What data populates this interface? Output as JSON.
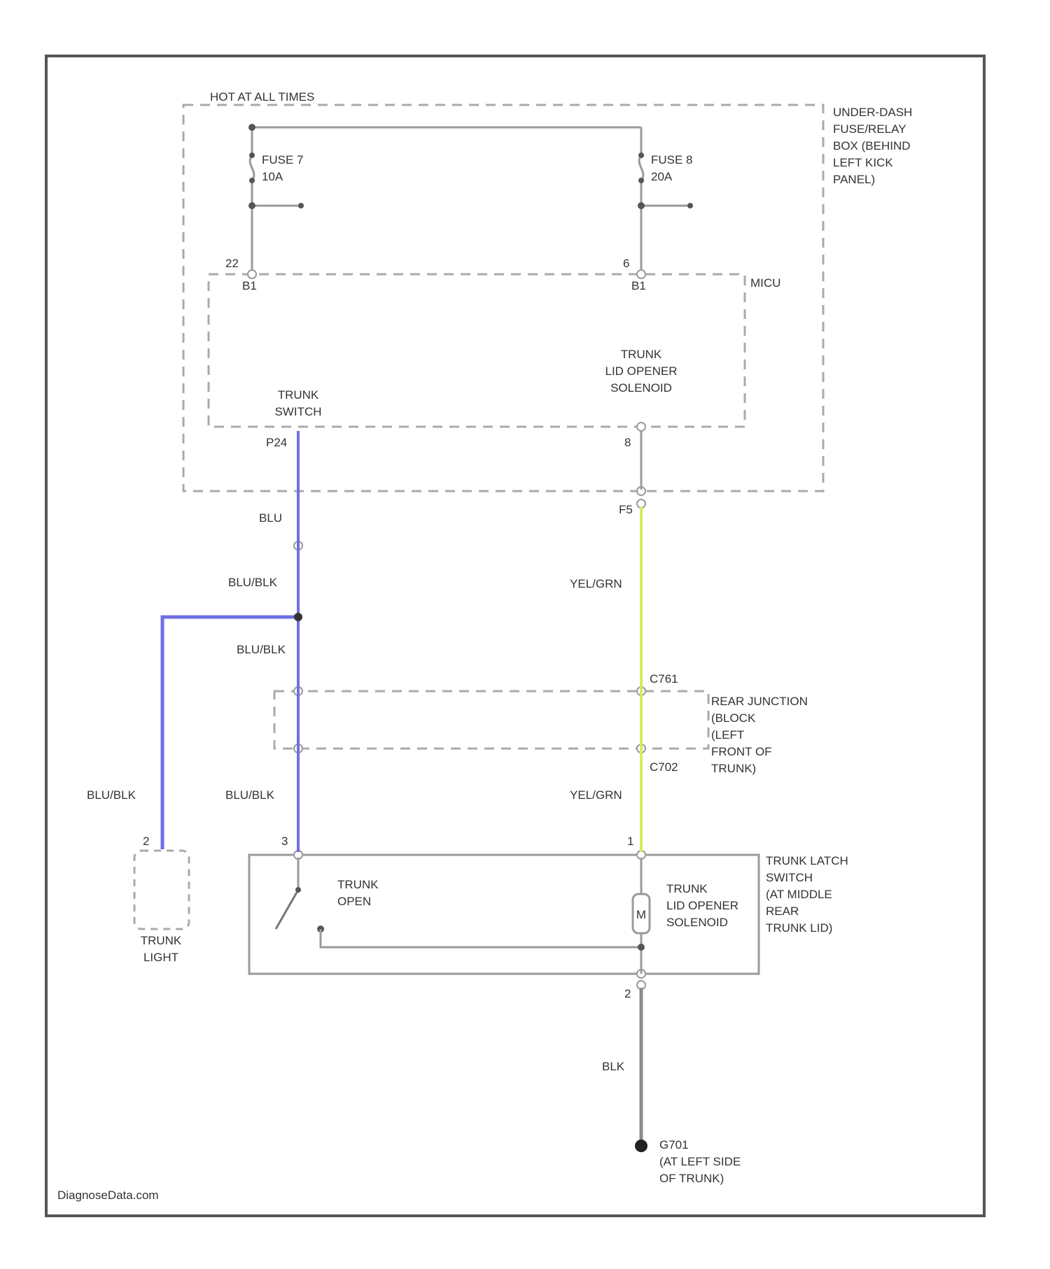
{
  "colors": {
    "frame": "#555555",
    "wire_default": "#9a9a9a",
    "wire_blu": "#6f6fe8",
    "wire_yel_grn": "#d6ec5c",
    "wire_blk": "#8c8c8c",
    "dash_box": "#aaaaaa",
    "text": "#333333"
  },
  "labels": {
    "hot_at_all_times": "HOT AT ALL TIMES",
    "fuse_box": [
      "UNDER-DASH",
      "FUSE/RELAY",
      "BOX (BEHIND",
      "LEFT KICK",
      "PANEL)"
    ],
    "fuse7_name": "FUSE 7",
    "fuse7_rating": "10A",
    "fuse8_name": "FUSE 8",
    "fuse8_rating": "20A",
    "pin_22": "22",
    "pin_6_top": "6",
    "b1_left": "B1",
    "b1_right": "B1",
    "micu": "MICU",
    "trunk_switch": [
      "TRUNK",
      "SWITCH"
    ],
    "micu_solenoid": [
      "TRUNK",
      "LID OPENER",
      "SOLENOID"
    ],
    "pin_p24": "P24",
    "pin_8": "8",
    "pin_f5": "F5",
    "wire_blu": "BLU",
    "wire_blu_blk_1": "BLU/BLK",
    "wire_blu_blk_2": "BLU/BLK",
    "wire_blu_blk_3": "BLU/BLK",
    "wire_blu_blk_4": "BLU/BLK",
    "wire_yel_grn_1": "YEL/GRN",
    "wire_yel_grn_2": "YEL/GRN",
    "c761": "C761",
    "c702": "C702",
    "rear_junction": [
      "REAR JUNCTION",
      "(BLOCK",
      "(LEFT",
      "FRONT OF",
      "TRUNK)"
    ],
    "pin_2": "2",
    "pin_3": "3",
    "pin_1": "1",
    "pin_2_bottom": "2",
    "trunk_light": [
      "TRUNK",
      "LIGHT"
    ],
    "trunk_open": [
      "TRUNK",
      "OPEN"
    ],
    "latch_solenoid": [
      "TRUNK",
      "LID OPENER",
      "SOLENOID"
    ],
    "latch_switch": [
      "TRUNK LATCH",
      "SWITCH",
      "(AT MIDDLE",
      "REAR",
      "TRUNK LID)"
    ],
    "m_symbol": "M",
    "wire_blk": "BLK",
    "g701": [
      "G701",
      "(AT LEFT SIDE",
      "OF TRUNK)"
    ],
    "watermark": "DiagnoseData.com"
  }
}
